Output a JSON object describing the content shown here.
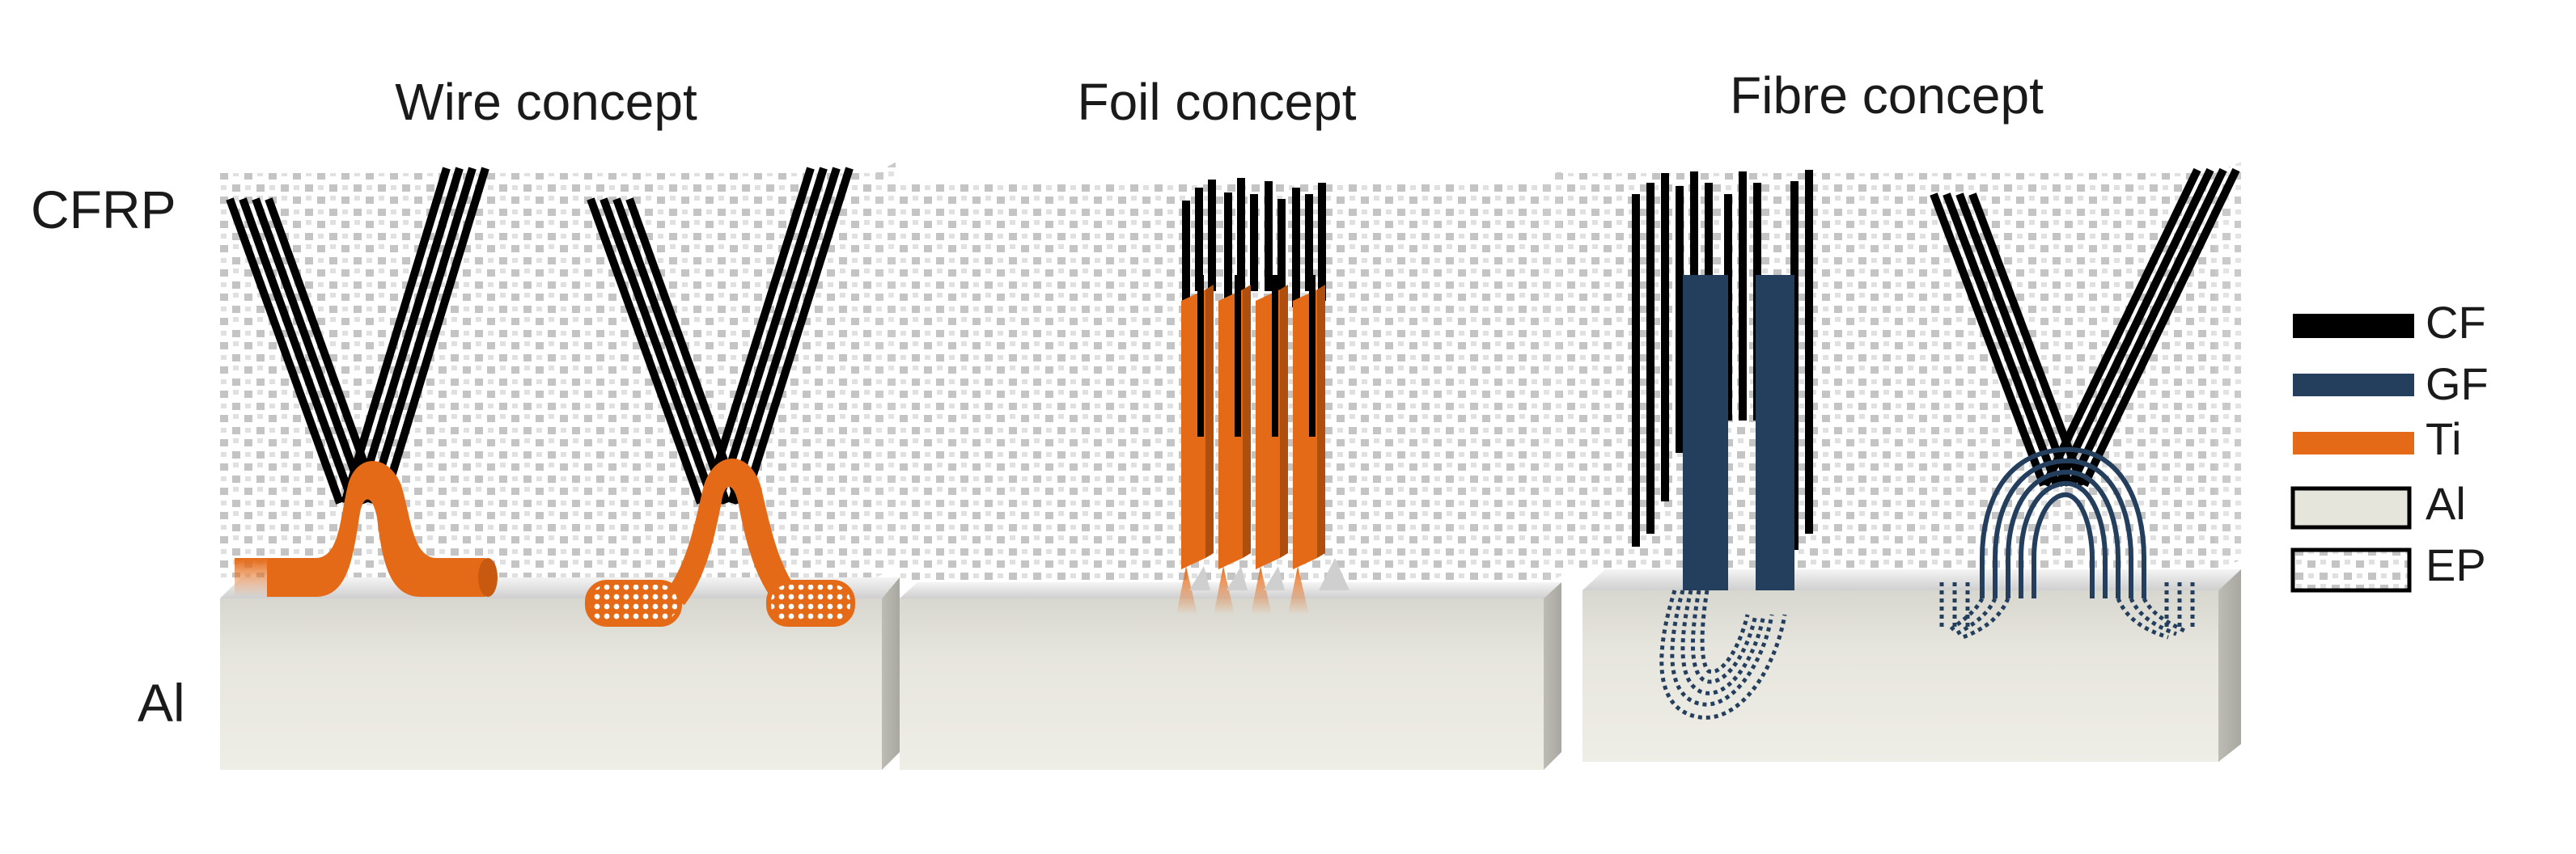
{
  "panels": [
    {
      "title": "Wire concept"
    },
    {
      "title": "Foil concept"
    },
    {
      "title": "Fibre concept"
    }
  ],
  "side_labels": {
    "top": "CFRP",
    "bottom": "Al"
  },
  "legend": [
    {
      "label": "CF",
      "color": "#000000"
    },
    {
      "label": "GF",
      "color": "#243f5e"
    },
    {
      "label": "Ti",
      "color": "#e56a17"
    },
    {
      "label": "Al",
      "color": "#e6e5dc"
    },
    {
      "label": "EP",
      "color": "#ffffff"
    }
  ],
  "colors": {
    "carbon_fibre": "#000000",
    "glass_fibre": "#243f5e",
    "titanium": "#e56a17",
    "aluminium": "#e6e5dc",
    "epoxy_dots": "#bdbdbd"
  }
}
